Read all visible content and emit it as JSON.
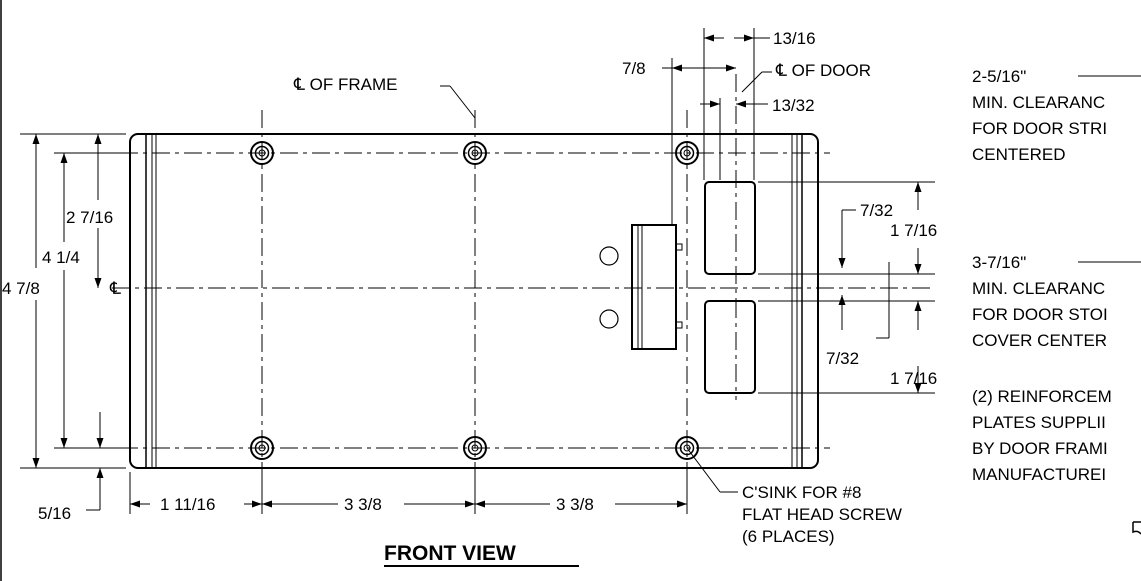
{
  "drawing": {
    "view_title": "FRONT VIEW",
    "centerline_frame_label": "℄ OF FRAME",
    "centerline_door_label": "℄ OF DOOR",
    "centerline_symbol": "℄",
    "dims": {
      "d_13_16": "13/16",
      "d_7_8": "7/8",
      "d_13_32": "13/32",
      "d_2_7_16": "2 7/16",
      "d_4_1_4": "4 1/4",
      "d_4_7_8": "4 7/8",
      "d_5_16": "5/16",
      "d_1_11_16": "1 11/16",
      "d_3_3_8_a": "3 3/8",
      "d_3_3_8_b": "3 3/8",
      "d_7_32_top": "7/32",
      "d_1_7_16_top": "1 7/16",
      "d_7_32_bot": "7/32",
      "d_1_7_16_bot": "1 7/16"
    },
    "callout_csink": [
      "C'SINK FOR #8",
      "FLAT HEAD SCREW",
      "(6 PLACES)"
    ],
    "notes": [
      {
        "heading": "2-5/16\"",
        "lines": [
          "MIN. CLEARANC",
          "FOR DOOR STRI",
          "CENTERED"
        ]
      },
      {
        "heading": "3-7/16\"",
        "lines": [
          "MIN. CLEARANC",
          "FOR DOOR STOI",
          "COVER CENTER"
        ]
      },
      {
        "heading": "",
        "lines": [
          "(2) REINFORCEM",
          "PLATES SUPPLII",
          "BY DOOR FRAMI",
          "MANUFACTUREI"
        ]
      }
    ]
  }
}
